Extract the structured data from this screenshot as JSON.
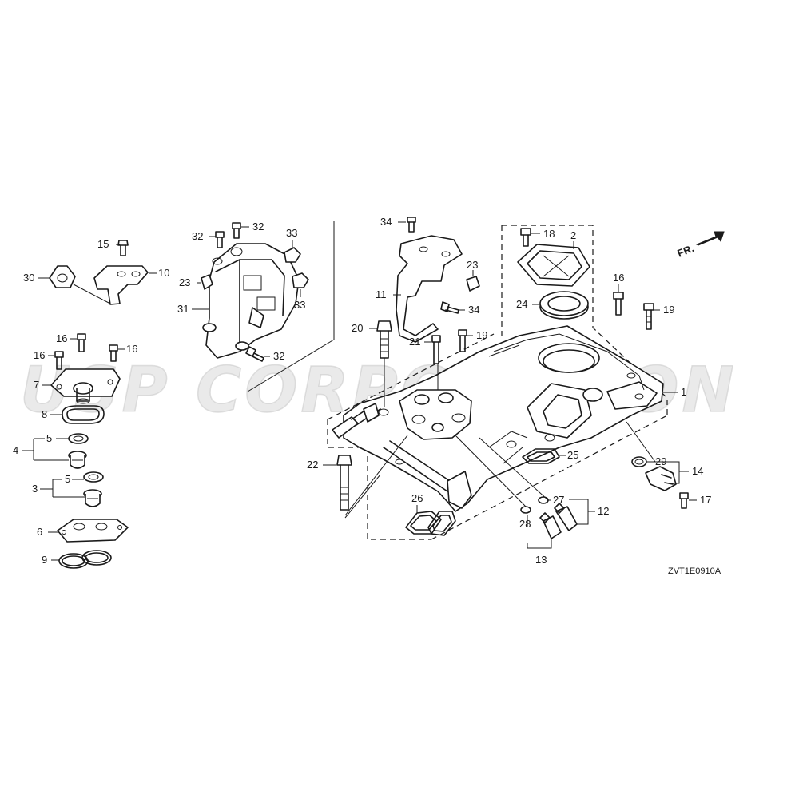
{
  "watermark": "USP CORPORATION",
  "direction_label": "FR.",
  "diagram_code": "ZVT1E0910A",
  "callouts": {
    "c1": "1",
    "c2": "2",
    "c3": "3",
    "c4": "4",
    "c5a": "5",
    "c5b": "5",
    "c6": "6",
    "c7": "7",
    "c8": "8",
    "c9": "9",
    "c10": "10",
    "c11": "11",
    "c12": "12",
    "c13": "13",
    "c14": "14",
    "c15": "15",
    "c16a": "16",
    "c16b": "16",
    "c16c": "16",
    "c16d": "16",
    "c17": "17",
    "c18": "18",
    "c19a": "19",
    "c19b": "19",
    "c20": "20",
    "c21": "21",
    "c22": "22",
    "c23a": "23",
    "c23b": "23",
    "c24": "24",
    "c25": "25",
    "c26": "26",
    "c27": "27",
    "c28": "28",
    "c29": "29",
    "c30": "30",
    "c31": "31",
    "c32a": "32",
    "c32b": "32",
    "c32c": "32",
    "c33a": "33",
    "c33b": "33",
    "c34a": "34",
    "c34b": "34"
  }
}
